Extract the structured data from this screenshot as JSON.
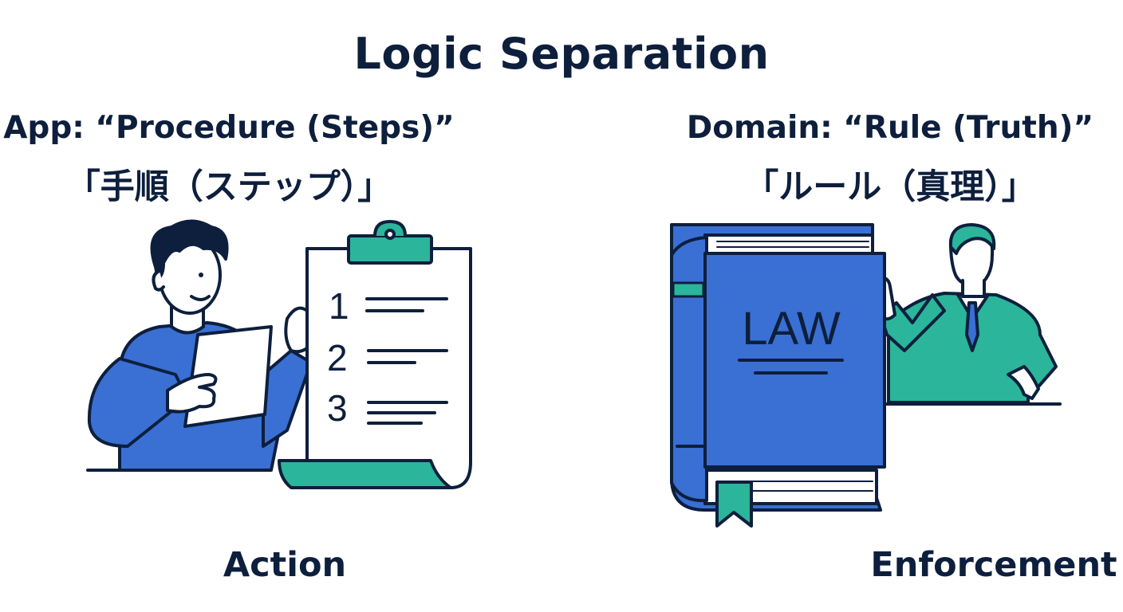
{
  "title": "Logic Separation",
  "left": {
    "heading": "App: “Procedure (Steps)”",
    "heading_jp": "「手順（ステップ）」",
    "caption": "Action",
    "list_numbers": [
      "1",
      "2",
      "3"
    ]
  },
  "right": {
    "heading": "Domain: “Rule (Truth)”",
    "heading_jp": "「ルール（真理）」",
    "caption": "Enforcement",
    "book_label": "LAW"
  },
  "colors": {
    "navy": "#0d1f3c",
    "blue": "#3a6fd4",
    "teal": "#2bb59a",
    "white": "#ffffff"
  }
}
